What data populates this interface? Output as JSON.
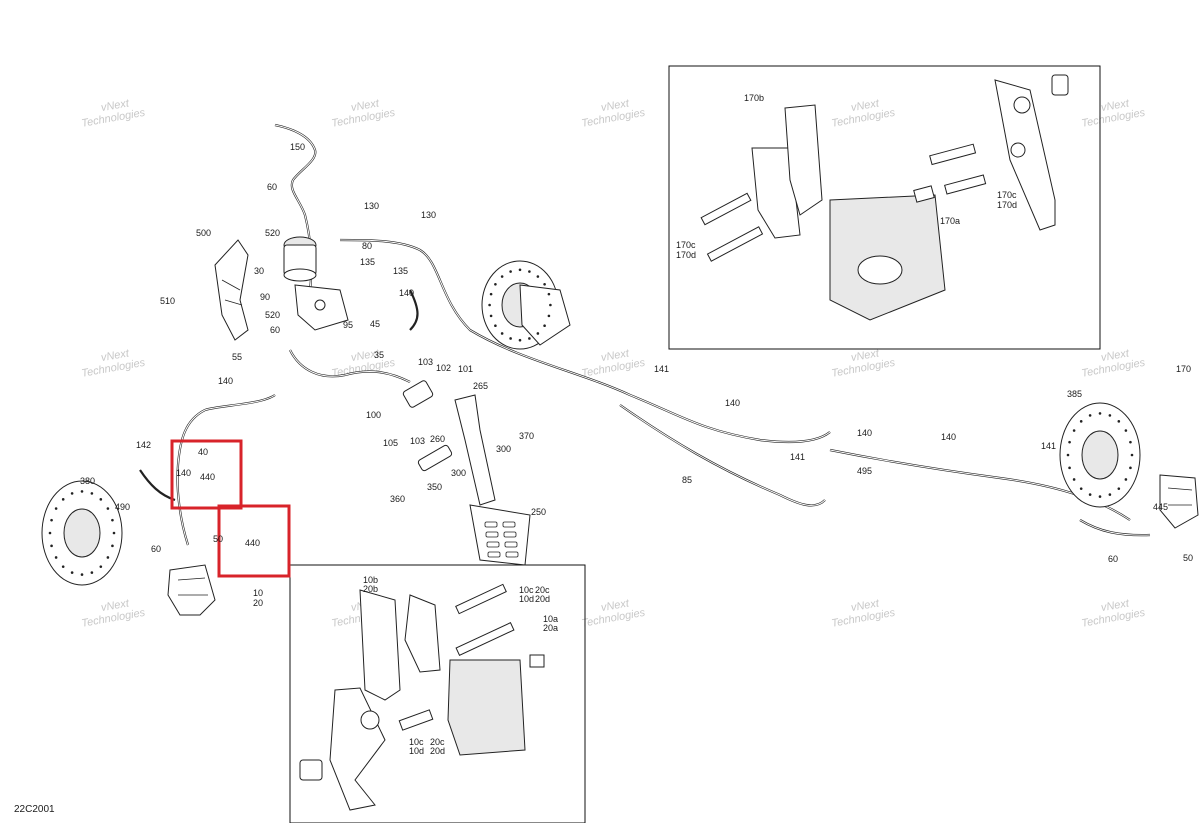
{
  "diagram": {
    "code": "22C2001",
    "highlight_color": "#d8232a",
    "watermark": {
      "line1": "vNext",
      "line2": "Technologies"
    },
    "labels": [
      "150",
      "60",
      "130",
      "130",
      "80",
      "135",
      "135",
      "500",
      "520",
      "520",
      "510",
      "30",
      "90",
      "95",
      "60",
      "140",
      "45",
      "35",
      "103",
      "102",
      "101",
      "55",
      "140",
      "265",
      "100",
      "105",
      "103",
      "260",
      "370",
      "300",
      "142",
      "40",
      "140",
      "440",
      "300",
      "360",
      "350",
      "250",
      "380",
      "490",
      "60",
      "50",
      "440",
      "10",
      "20",
      "141",
      "140",
      "85",
      "140",
      "141",
      "495",
      "140",
      "141",
      "385",
      "170",
      "445",
      "60",
      "50",
      "170b",
      "170c",
      "170d",
      "170a",
      "170c",
      "170d",
      "10b",
      "20b",
      "10c",
      "10d",
      "20c",
      "20d",
      "10a",
      "20a",
      "10c",
      "10d",
      "20c",
      "20d"
    ]
  }
}
